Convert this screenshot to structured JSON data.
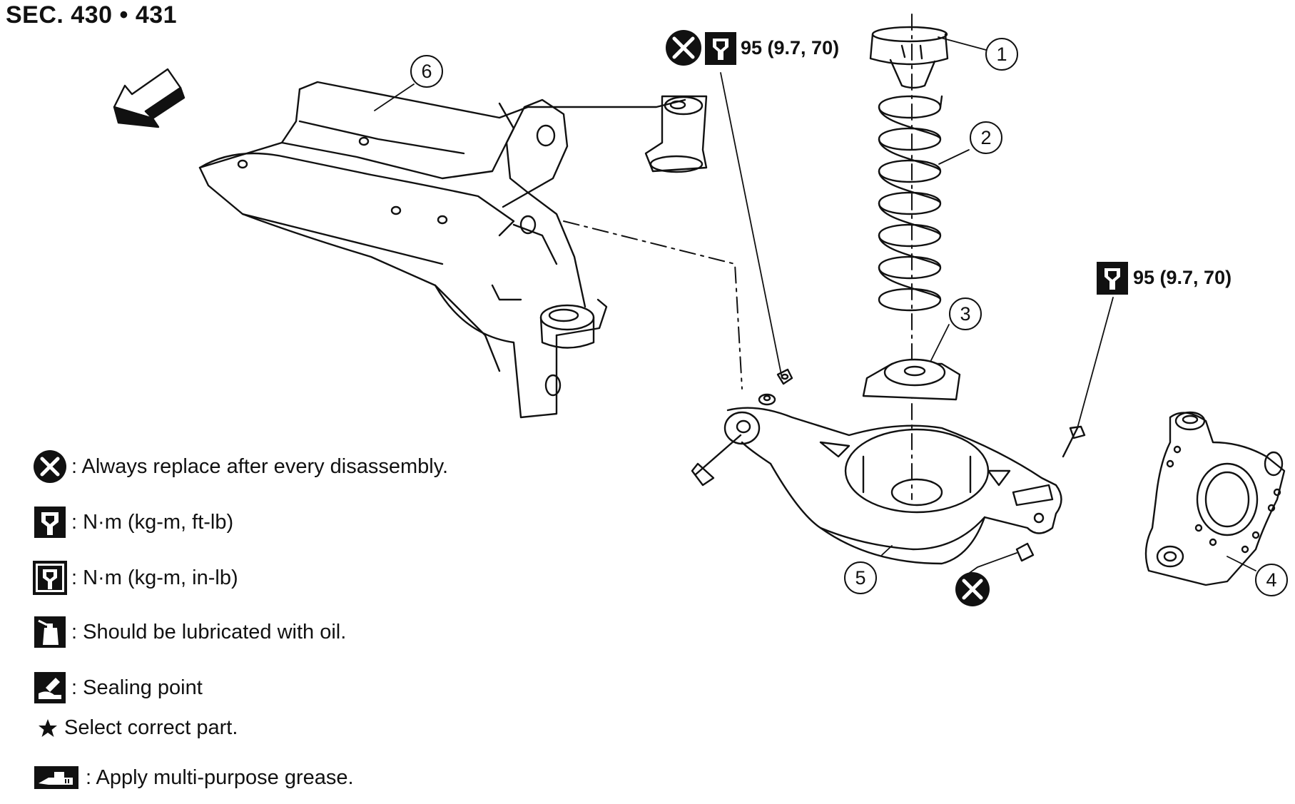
{
  "header": {
    "section_title": "SEC. 430 • 431"
  },
  "torque_specs": {
    "upper_bolt": "95 (9.7, 70)",
    "right_bolt": "95 (9.7, 70)"
  },
  "callouts": [
    "1",
    "2",
    "3",
    "4",
    "5",
    "6"
  ],
  "legend": [
    {
      "icon": "replace-x-icon",
      "text": ": Always replace after every disassembly."
    },
    {
      "icon": "torque-wrench-ft-lb-icon",
      "text": ": N·m (kg-m, ft-lb)"
    },
    {
      "icon": "torque-wrench-in-lb-icon",
      "text": ": N·m (kg-m, in-lb)"
    },
    {
      "icon": "oil-can-icon",
      "text": ": Should be lubricated with oil."
    },
    {
      "icon": "sealing-point-icon",
      "text": ": Sealing point"
    },
    {
      "icon": "star-icon",
      "text": "Select correct part."
    },
    {
      "icon": "grease-gun-icon",
      "text": ": Apply multi-purpose grease."
    }
  ],
  "colors": {
    "line": "#111111",
    "background": "#ffffff"
  }
}
